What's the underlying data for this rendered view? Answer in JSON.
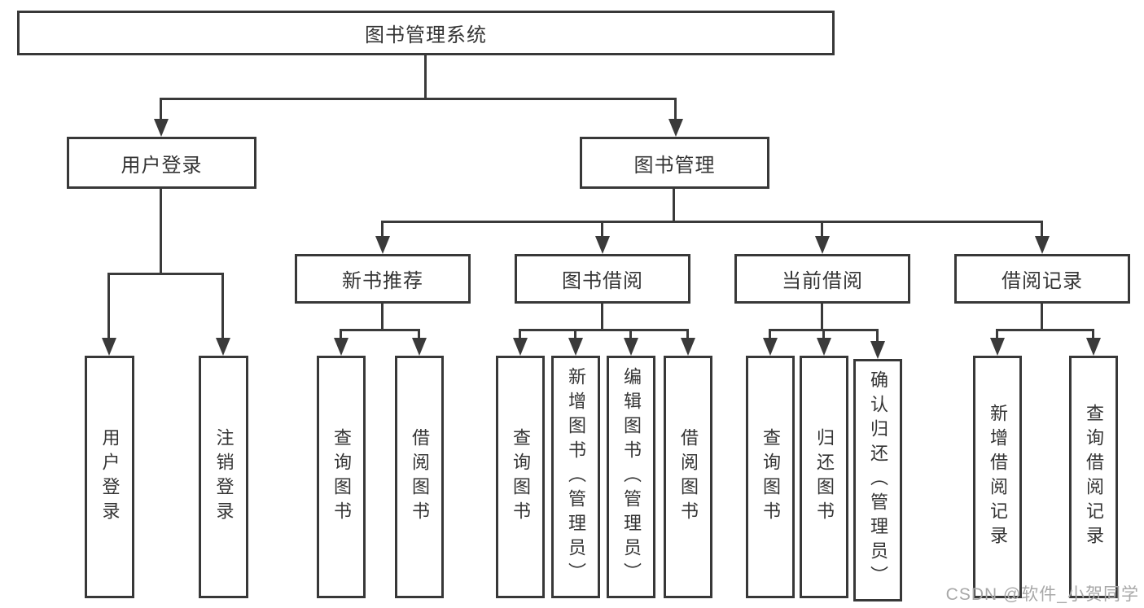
{
  "tree": {
    "root": {
      "label": "图书管理系统",
      "children": [
        {
          "label": "用户登录",
          "children": [
            {
              "label": "用户登录"
            },
            {
              "label": "注销登录"
            }
          ]
        },
        {
          "label": "图书管理",
          "children": [
            {
              "label": "新书推荐",
              "children": [
                {
                  "label": "查询图书"
                },
                {
                  "label": "借阅图书"
                }
              ]
            },
            {
              "label": "图书借阅",
              "children": [
                {
                  "label": "查询图书"
                },
                {
                  "label": "新增图书（管理员）"
                },
                {
                  "label": "编辑图书（管理员）"
                },
                {
                  "label": "借阅图书"
                }
              ]
            },
            {
              "label": "当前借阅",
              "children": [
                {
                  "label": "查询图书"
                },
                {
                  "label": "归还图书"
                },
                {
                  "label": "确认归还（管理员）"
                }
              ]
            },
            {
              "label": "借阅记录",
              "children": [
                {
                  "label": "新增借阅记录"
                },
                {
                  "label": "查询借阅记录"
                }
              ]
            }
          ]
        }
      ]
    }
  },
  "watermark": "CSDN @软件_小贺同学",
  "colors": {
    "line": "#3a3a3a",
    "text": "#343434",
    "watermark": "#a8a8a8",
    "background": "#ffffff"
  }
}
